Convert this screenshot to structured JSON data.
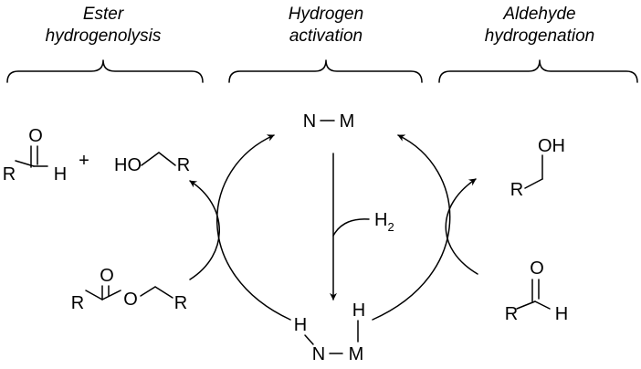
{
  "headers": {
    "left_line1": "Ester",
    "left_line2": "hydrogenolysis",
    "middle_line1": "Hydrogen",
    "middle_line2": "activation",
    "right_line1": "Aldehyde",
    "right_line2": "hydrogenation"
  },
  "catalyst": {
    "free_N": "N",
    "free_M": "M",
    "hydride_H_on_N": "H",
    "hydride_H_on_M": "H",
    "hydride_N": "N",
    "hydride_M": "M"
  },
  "h2": {
    "symbol": "H",
    "subscript": "2"
  },
  "ester_products": {
    "aldehyde_R": "R",
    "aldehyde_O": "O",
    "aldehyde_H": "H",
    "plus": "+",
    "alcohol_HO": "HO",
    "alcohol_R": "R"
  },
  "ester_substrate": {
    "R": "R",
    "O_carbonyl": "O",
    "O_ether": "O",
    "R_prime": "R"
  },
  "aldehyde_product_alcohol": {
    "OH": "OH",
    "R": "R"
  },
  "aldehyde_substrate": {
    "O": "O",
    "R": "R",
    "H": "H"
  }
}
